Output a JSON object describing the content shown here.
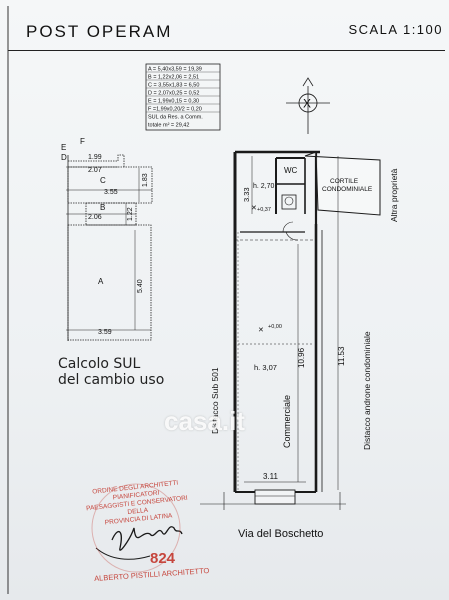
{
  "header": {
    "title": "POST OPERAM",
    "scale": "SCALA 1:100"
  },
  "calc_table": {
    "rows": [
      "A = 5,40x3,59 = 19,39",
      "B = 1,22x2,06 = 2,51",
      "C = 3,55x1,83 = 6,50",
      "D = 2,07x0,25 = 0,52",
      "E = 1,99x0,15 = 0,30",
      "F =1,99x0,20/2 = 0,20",
      "SUL da Res. a Comm.",
      "totale m² = 29,42"
    ]
  },
  "sul_diagram": {
    "zones": [
      "E",
      "F",
      "D",
      "C",
      "B",
      "A"
    ],
    "dims": [
      "1.99",
      "2.07",
      "3.55",
      "1.83",
      "2.06",
      "1.22",
      "5.40",
      "3.59"
    ],
    "caption_line1": "Calcolo SUL",
    "caption_line2": "del cambio uso"
  },
  "plan": {
    "rooms": {
      "wc": "WC",
      "cortile_line1": "CORTILE",
      "cortile_line2": "CONDOMINIALE",
      "commerciale": "Commerciale"
    },
    "heights": [
      "h. 2,70",
      "h. 3,07"
    ],
    "levels": [
      "+0,37",
      "+0,00"
    ],
    "dims": [
      "3.33",
      "10.96",
      "11.53",
      "3.11"
    ],
    "labels": {
      "distacco_sub": "Distacco Sub 501",
      "distacco_androne": "Distacco androne condominiale",
      "altra_proprieta": "Altra proprietà",
      "street": "Via del Boschetto"
    }
  },
  "stamp": {
    "lines": [
      "ORDINE DEGLI ARCHITETTI PIANIFICATORI",
      "PAESAGGISTI E CONSERVATORI DELLA",
      "PROVINCIA DI LATINA"
    ],
    "number": "824",
    "name": "ALBERTO PISTILLI ARCHITETTO"
  },
  "watermark": "casa.it",
  "colors": {
    "ink": "#1a1a1a",
    "stamp": "#c6463d",
    "paper": "#eef1f3"
  }
}
